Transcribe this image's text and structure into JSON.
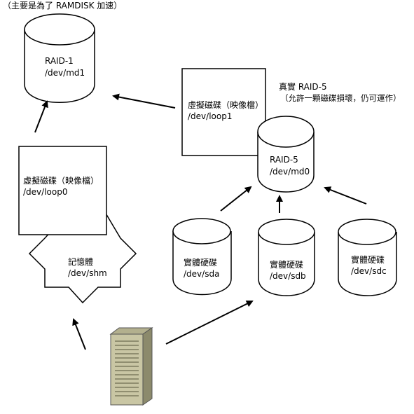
{
  "note_top": "（主要是為了 RAMDISK 加速）",
  "raid1": {
    "line1": "RAID-1",
    "line2": "/dev/md1"
  },
  "loop1": {
    "line1": "虛擬磁碟（映像檔）",
    "line2": "/dev/loop1"
  },
  "loop0": {
    "line1": "虛擬磁碟（映像檔）",
    "line2": "/dev/loop0"
  },
  "shm": {
    "line1": "記憶體",
    "line2": "/dev/shm"
  },
  "raid5_note": {
    "line1": "真實 RAID-5",
    "line2": "（允許一顆磁碟損壞，仍可運作）"
  },
  "raid5": {
    "line1": "RAID-5",
    "line2": "/dev/md0"
  },
  "sda": {
    "line1": "實體硬碟",
    "line2": "/dev/sda"
  },
  "sdb": {
    "line1": "實體硬碟",
    "line2": "/dev/sdb"
  },
  "sdc": {
    "line1": "實體硬碟",
    "line2": "/dev/sdc"
  },
  "colors": {
    "stroke": "#000000",
    "fill": "#ffffff",
    "server_body": "#c9c6a4",
    "server_shadow": "#8c8a6c"
  },
  "icons": {
    "server": "server-tower-icon"
  }
}
